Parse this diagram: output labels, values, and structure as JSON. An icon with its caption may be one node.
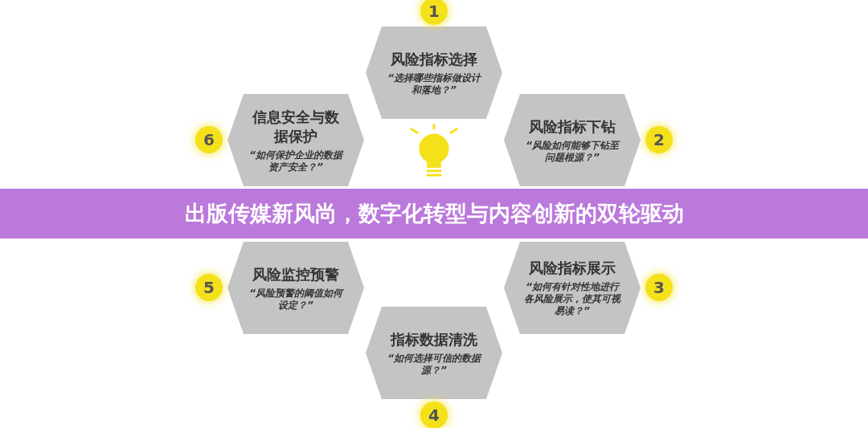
{
  "diagram": {
    "title": "出版传媒新风尚，数字化转型与内容创新的双轮驱动",
    "nodes": [
      {
        "text": [
          "风险指标选择",
          "“选择哪些指标做设计和落地？”"
        ],
        "beside": [
          "1"
        ]
      },
      {
        "text": [
          "风险指标下钻",
          "“风险如何能够下钻至问题根源？”"
        ],
        "beside": [
          "2"
        ]
      },
      {
        "text": [
          "风险指标展示",
          "“如何有针对性地进行各风险展示，使其可视易读？”"
        ],
        "beside": [
          "3"
        ]
      },
      {
        "text": [
          "指标数据清洗",
          "“如何选择可信的数据源？”"
        ],
        "beside": [
          "4"
        ]
      },
      {
        "text": [
          "风险监控预警",
          "“风险预警的阈值如何设定？”"
        ],
        "beside": [
          "5"
        ]
      },
      {
        "text": [
          "信息安全与数据保护",
          "“如何保护企业的数据资产安全？”"
        ],
        "beside": [
          "6"
        ]
      }
    ],
    "edges": []
  }
}
